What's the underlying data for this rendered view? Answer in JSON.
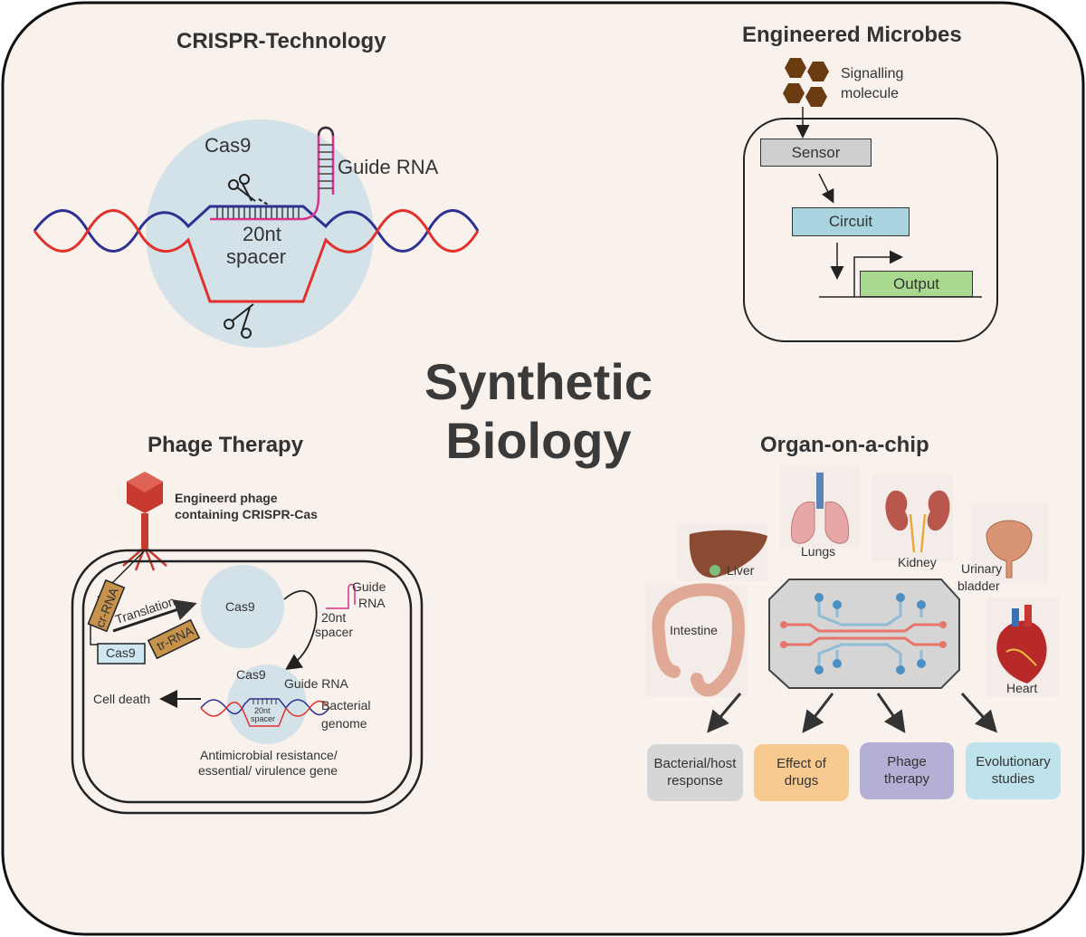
{
  "title_line1": "Synthetic",
  "title_line2": "Biology",
  "crispr": {
    "heading": "CRISPR-Technology",
    "cas9": "Cas9",
    "guide_rna": "Guide RNA",
    "spacer1": "20nt",
    "spacer2": "spacer"
  },
  "microbes": {
    "heading": "Engineered Microbes",
    "signal1": "Signalling",
    "signal2": "molecule",
    "sensor": "Sensor",
    "circuit": "Circuit",
    "output": "Output"
  },
  "phage": {
    "heading": "Phage Therapy",
    "engineered1": "Engineerd phage",
    "engineered2": "containing CRISPR-Cas",
    "cr_rna": "cr-RNA",
    "tr_rna": "tr-RNA",
    "cas9_gene": "Cas9",
    "translation": "Translation",
    "cas9_protein": "Cas9",
    "guide1": "Guide",
    "guide2": "RNA",
    "spacer1": "20nt",
    "spacer2": "spacer",
    "cas9_small": "Cas9",
    "guide_small": "Guide RNA",
    "spacer_small1": "20nt",
    "spacer_small2": "spacer",
    "bacterial1": "Bacterial",
    "bacterial2": "genome",
    "cell_death": "Cell death",
    "resistance1": "Antimicrobial resistance/",
    "resistance2": "essential/ virulence gene"
  },
  "organ": {
    "heading": "Organ-on-a-chip",
    "lungs": "Lungs",
    "kidney": "Kidney",
    "liver": "Liver",
    "urinary1": "Urinary",
    "urinary2": "bladder",
    "intestine": "Intestine",
    "heart": "Heart",
    "outcomes": [
      {
        "label": "Bacterial/host\nresponse",
        "color": "#d6d6d6"
      },
      {
        "label": "Effect of\ndrugs",
        "color": "#f7c98e"
      },
      {
        "label": "Phage\ntherapy",
        "color": "#b4afd4"
      },
      {
        "label": "Evolutionary\nstudies",
        "color": "#bfe3ec"
      }
    ]
  },
  "colors": {
    "background": "#f8f1ec",
    "dna_blue": "#2e3192",
    "dna_red": "#e2312d",
    "guide_pink": "#d6338a",
    "sensor": "#cfcfcf",
    "circuit": "#a9d3df",
    "output": "#a9d98f",
    "circle": "#d3e1e8",
    "signal": "#6b3b12"
  }
}
